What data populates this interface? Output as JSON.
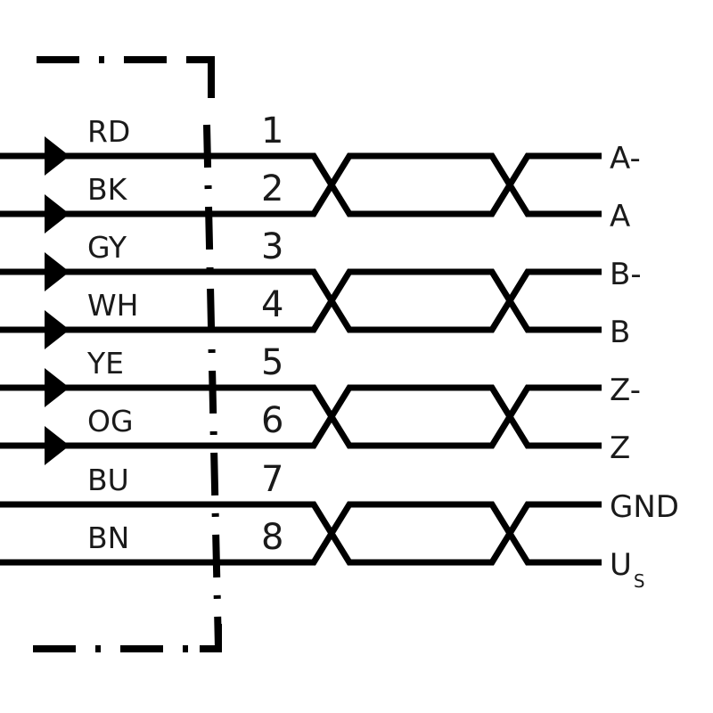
{
  "title": "Cable connector wiring diagram (twisted pairs)",
  "colors": {
    "line": "#000000",
    "text": "#1a1a1a",
    "background": "#ffffff"
  },
  "pairs": [
    {
      "twisted": true,
      "wires": [
        {
          "color_code": "RD",
          "pin": "1",
          "signal": "A-",
          "arrow": true
        },
        {
          "color_code": "BK",
          "pin": "2",
          "signal": "A",
          "arrow": true
        }
      ]
    },
    {
      "twisted": true,
      "wires": [
        {
          "color_code": "GY",
          "pin": "3",
          "signal": "B-",
          "arrow": true
        },
        {
          "color_code": "WH",
          "pin": "4",
          "signal": "B",
          "arrow": true
        }
      ]
    },
    {
      "twisted": true,
      "wires": [
        {
          "color_code": "YE",
          "pin": "5",
          "signal": "Z-",
          "arrow": true
        },
        {
          "color_code": "OG",
          "pin": "6",
          "signal": "Z",
          "arrow": true
        }
      ]
    },
    {
      "twisted": true,
      "wires": [
        {
          "color_code": "BU",
          "pin": "7",
          "signal": "GND",
          "arrow": false
        },
        {
          "color_code": "BN",
          "pin": "8",
          "signal": "U",
          "signal_subscript": "S",
          "arrow": false
        }
      ]
    }
  ],
  "connector_border": {
    "style": "dash-dot"
  }
}
